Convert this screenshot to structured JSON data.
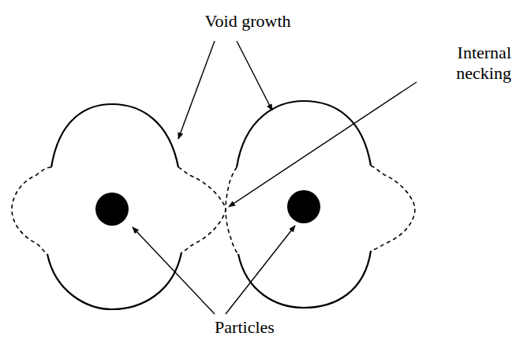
{
  "diagram": {
    "labels": [
      "Void growth",
      "Internal necking",
      "Particles"
    ]
  }
}
